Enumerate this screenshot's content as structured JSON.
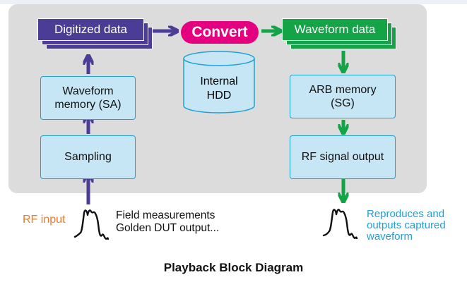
{
  "diagram": {
    "caption": "Playback Block Diagram",
    "convert_label": "Convert",
    "input": {
      "label": "RF input",
      "note_line1": "Field measurements",
      "note_line2": "Golden DUT output..."
    },
    "capture_path": {
      "digitized_data": "Digitized data",
      "waveform_memory_line1": "Waveform",
      "waveform_memory_line2": "memory (SA)",
      "sampling": "Sampling"
    },
    "storage": {
      "line1": "Internal",
      "line2": "HDD"
    },
    "playback_path": {
      "waveform_data": "Waveform data",
      "arb_memory_line1": "ARB memory",
      "arb_memory_line2": "(SG)",
      "rf_signal_output": "RF signal output"
    },
    "output": {
      "line1": "Reproduces and",
      "line2": "outputs captured",
      "line3": "waveform"
    }
  },
  "colors": {
    "panel": "#dcdcdc",
    "block_fill": "#c7e6f5",
    "block_border": "#1ea0d8",
    "capture_accent": "#4b3d96",
    "playback_accent": "#15a348",
    "convert": "#e4007f",
    "rf_input_text": "#ee7a2a",
    "output_text": "#1ea0d8"
  },
  "icons": [
    "hdd-cylinder-icon",
    "waveform-pulse-icon",
    "arrow-up-icon",
    "arrow-down-icon",
    "arrow-right-icon"
  ]
}
